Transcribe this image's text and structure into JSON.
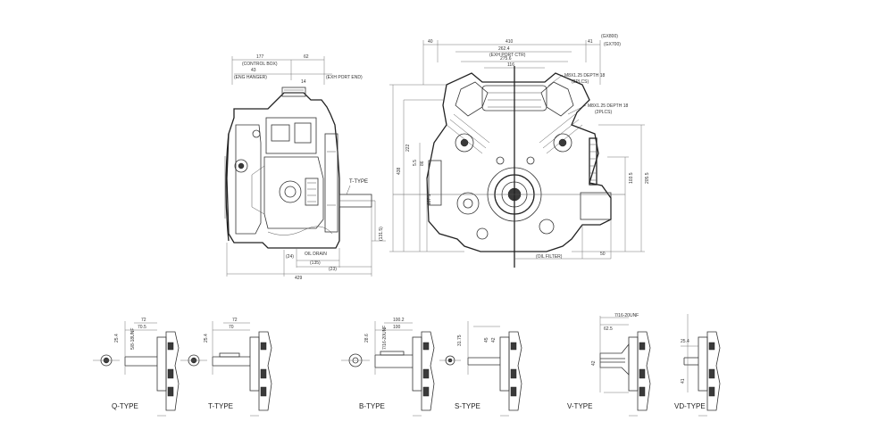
{
  "side_view": {
    "dims_top": [
      "177",
      "62",
      "(CONTROL BOX)"
    ],
    "dims_mid": [
      "43",
      "(ENG HANGER)",
      "(EXH PORT END)"
    ],
    "dim_14": "14",
    "shaft_label": "T-TYPE",
    "right_dims": [
      "(131.5)"
    ],
    "bottom_dims": [
      "(24)",
      "(135)",
      "(23)",
      "429"
    ],
    "drain_label": "OIL DRAIN"
  },
  "front_view": {
    "top_dims": [
      "40",
      "410",
      "41",
      "(GX800)",
      "(GX700)"
    ],
    "port_dims": [
      "262.4",
      "(EXH PORT CTR)",
      "275.6",
      "116"
    ],
    "thread_label_1": "M8X1.25 DEPTH 18",
    "thread_plcs_1": "(2PLCS)",
    "thread_label_2": "M8X1.25 DEPTH 18",
    "thread_plcs_2": "(2PLCS)",
    "left_dims": [
      "438",
      "222",
      "5.5",
      "86",
      "187.1"
    ],
    "right_dims": [
      "103.5",
      "205.5"
    ],
    "bottom_label": "(OIL FILTER)",
    "bottom_dim": "50"
  },
  "types": [
    {
      "label": "Q-TYPE",
      "dims": [
        "25.4",
        "5/8-18UNF",
        "72",
        "70.5"
      ]
    },
    {
      "label": "T-TYPE",
      "dims": [
        "25.4",
        "72",
        "70"
      ]
    },
    {
      "label": "B-TYPE",
      "dims": [
        "28.6",
        "7/16-20UNF",
        "100.2",
        "100"
      ]
    },
    {
      "label": "S-TYPE",
      "dims": [
        "31.75",
        "45",
        "42"
      ]
    },
    {
      "label": "V-TYPE",
      "dims": [
        "7/16-20UNF",
        "62.5",
        "42"
      ]
    },
    {
      "label": "VD-TYPE",
      "dims": [
        "25.4",
        "41"
      ]
    }
  ]
}
